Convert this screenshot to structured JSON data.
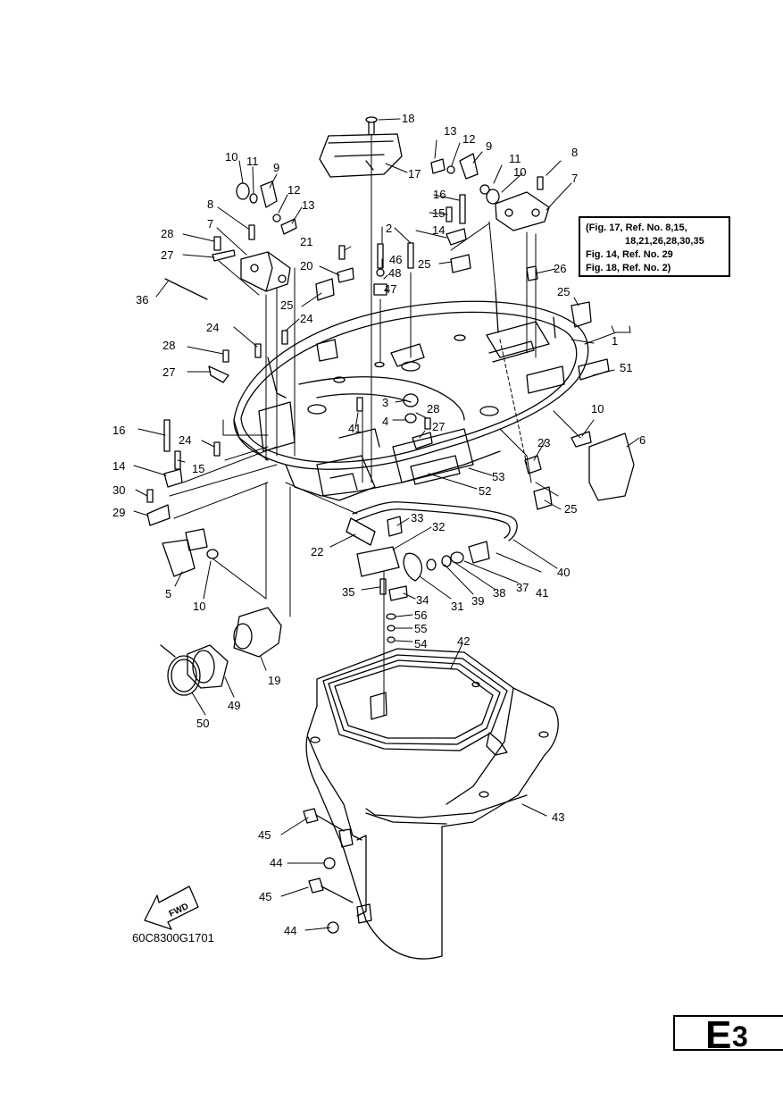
{
  "note": {
    "line1": "(Fig. 17, Ref. No. 8,15,",
    "line2": "18,21,26,28,30,35",
    "line3": "Fig. 14, Ref. No. 29",
    "line4": "Fig. 18, Ref. No. 2)"
  },
  "drawing_code": "60C8300G1701",
  "fwd_label": "FWD",
  "page_tag": {
    "letter": "E",
    "number": "3"
  },
  "callouts": [
    "18",
    "17",
    "13",
    "12",
    "9",
    "11",
    "10",
    "8",
    "7",
    "10",
    "11",
    "9",
    "12",
    "13",
    "8",
    "7",
    "28",
    "27",
    "36",
    "16",
    "15",
    "14",
    "2",
    "46",
    "48",
    "47",
    "21",
    "20",
    "25",
    "26",
    "25",
    "24",
    "25",
    "1",
    "28",
    "27",
    "24",
    "51",
    "3",
    "4",
    "28",
    "27",
    "41",
    "10",
    "16",
    "24",
    "14",
    "15",
    "30",
    "29",
    "23",
    "6",
    "53",
    "52",
    "25",
    "22",
    "33",
    "32",
    "35",
    "34",
    "56",
    "55",
    "54",
    "31",
    "39",
    "38",
    "37",
    "41",
    "40",
    "5",
    "10",
    "19",
    "42",
    "49",
    "50",
    "43",
    "45",
    "44",
    "45",
    "44"
  ]
}
